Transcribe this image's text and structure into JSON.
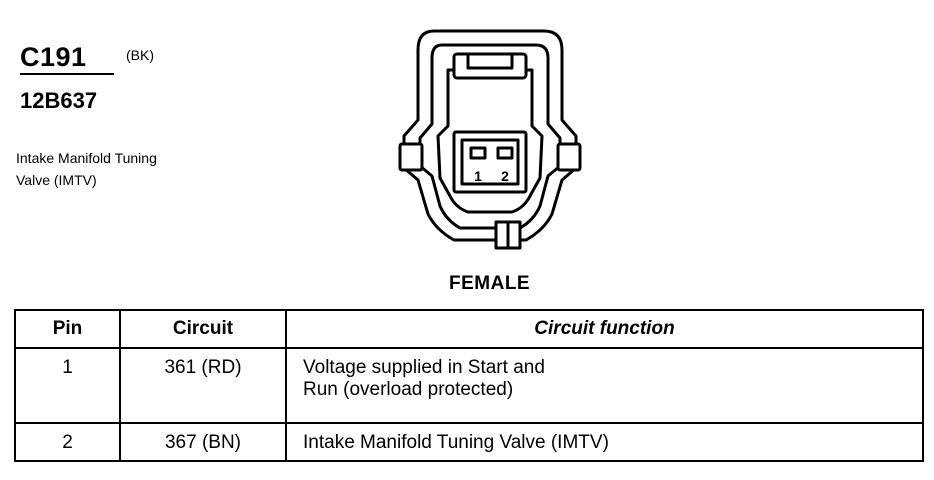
{
  "connector": {
    "id": "C191",
    "color": "(BK)",
    "part_number": "12B637",
    "description_lines": [
      "Intake Manifold Tuning",
      "Valve (IMTV)"
    ],
    "gender": "FEMALE",
    "pin_labels": [
      "1",
      "2"
    ]
  },
  "table": {
    "headers": [
      "Pin",
      "Circuit",
      "Circuit function"
    ],
    "rows": [
      {
        "pin": "1",
        "circuit": "361 (RD)",
        "function_lines": [
          "Voltage supplied in Start and",
          "Run (overload protected)"
        ]
      },
      {
        "pin": "2",
        "circuit": "367 (BN)",
        "function_lines": [
          "Intake Manifold Tuning Valve (IMTV)"
        ]
      }
    ]
  }
}
